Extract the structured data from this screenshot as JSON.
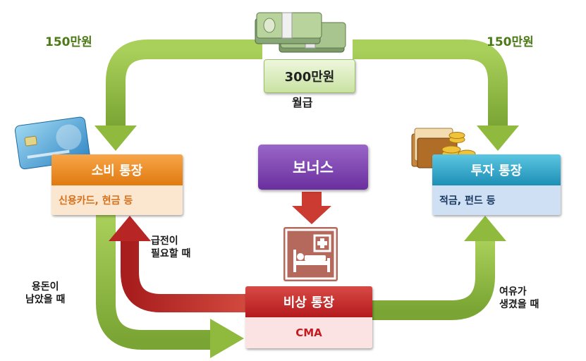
{
  "salary": {
    "amount": "300만원",
    "label": "월급",
    "split_left": "150만원",
    "split_right": "150만원"
  },
  "bonus": {
    "label": "보너스"
  },
  "spending": {
    "title": "소비 통장",
    "detail": "신용카드, 현금 등"
  },
  "investment": {
    "title": "투자 통장",
    "detail": "적금, 펀드 등"
  },
  "emergency": {
    "title": "비상 통장",
    "detail": "CMA"
  },
  "flows": {
    "leftover": [
      "용돈이",
      "남았을 때"
    ],
    "urgent": [
      "급전이",
      "필요할 때"
    ],
    "surplus": [
      "여유가",
      "생겼을 때"
    ]
  },
  "colors": {
    "green_arrow": "#8fba3e",
    "red_arrow": "#c0302e",
    "spending_head": "#f08b1e",
    "investment_head": "#2aa6c8",
    "emergency_head": "#c9262a",
    "bonus": "#7b3fb0"
  },
  "icons": [
    "money-stack-icon",
    "credit-card-icon",
    "coin-folder-icon",
    "hospital-bed-icon",
    "down-arrow-icon"
  ]
}
